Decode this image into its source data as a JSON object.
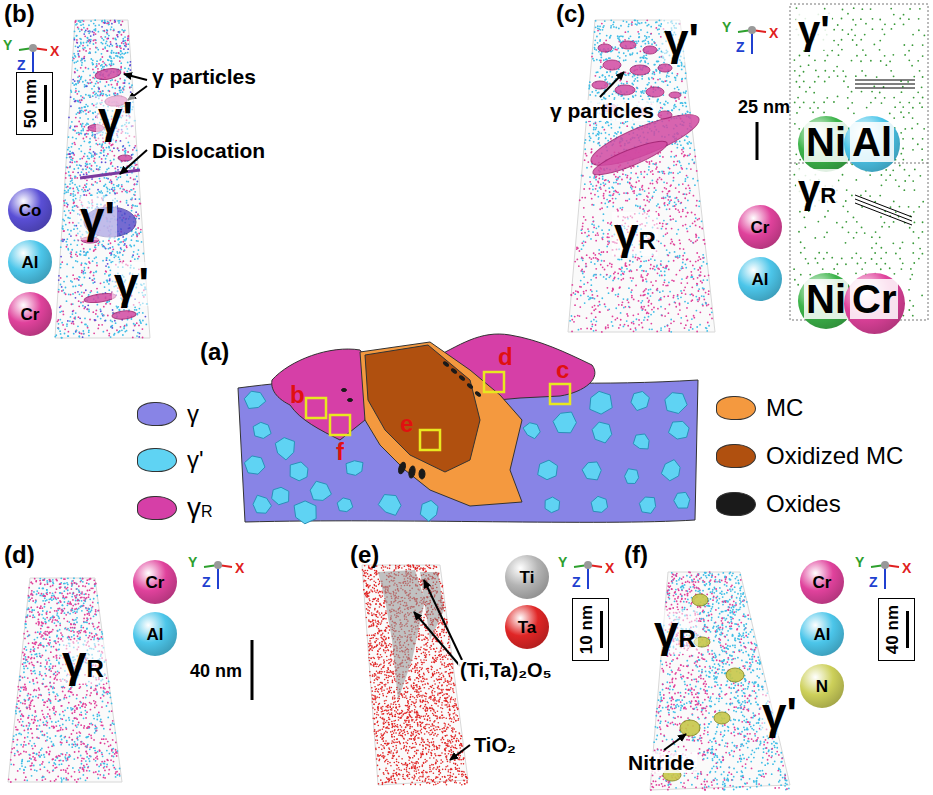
{
  "diagram": {
    "nodes": [
      {
        "text": [
          "50 nm"
        ]
      },
      {
        "text": [
          "Co"
        ]
      },
      {
        "text": [
          "Al"
        ]
      },
      {
        "text": [
          "Cr"
        ]
      },
      {
        "text": [
          "Cr"
        ]
      },
      {
        "text": [
          "Al"
        ]
      },
      {
        "text": [
          "γ'"
        ]
      },
      {
        "text": [
          "Ni"
        ],
        "in": 6
      },
      {
        "text": [
          "Al"
        ],
        "in": 6
      },
      {
        "text": [
          "γR"
        ]
      },
      {
        "text": [
          "Ni"
        ],
        "in": 9
      },
      {
        "text": [
          "Cr"
        ],
        "in": 9
      },
      {
        "text": [
          "Cr"
        ]
      },
      {
        "text": [
          "Al"
        ]
      },
      {
        "text": [
          "Ti"
        ]
      },
      {
        "text": [
          "Ta"
        ]
      },
      {
        "text": [
          "10 nm"
        ]
      },
      {
        "text": [
          "Cr"
        ]
      },
      {
        "text": [
          "Al"
        ]
      },
      {
        "text": [
          "N"
        ]
      },
      {
        "text": [
          "40 nm"
        ]
      }
    ],
    "labels": [
      "(b)",
      "Y",
      "Z",
      "X",
      "γ particles",
      "Dislocation",
      "γ'",
      "γ'",
      "γ'",
      "(c)",
      "γ'",
      "γ particles",
      "γR",
      "Y",
      "Z",
      "X",
      "25 nm",
      "(a)",
      "b",
      "c",
      "d",
      "e",
      "f",
      "(d)",
      "γR",
      "Y",
      "Z",
      "X",
      "40 nm",
      "(e)",
      "(Ti,Ta)₂O₅",
      "TiO₂",
      "Y",
      "Z",
      "X",
      "(f)",
      "γR",
      "γ'",
      "Nitride",
      "Y",
      "Z",
      "X"
    ],
    "legend": [
      {
        "text": "γ",
        "color": "#8884e6"
      },
      {
        "text": "γ'",
        "color": "#5fd3f3"
      },
      {
        "text": "γR",
        "color": "#d63fa7"
      },
      {
        "text": "MC",
        "color": "#f4993f"
      },
      {
        "text": "Oxidized MC",
        "color": "#b0500f"
      },
      {
        "text": "Oxides",
        "color": "#1a1a1a"
      }
    ]
  }
}
